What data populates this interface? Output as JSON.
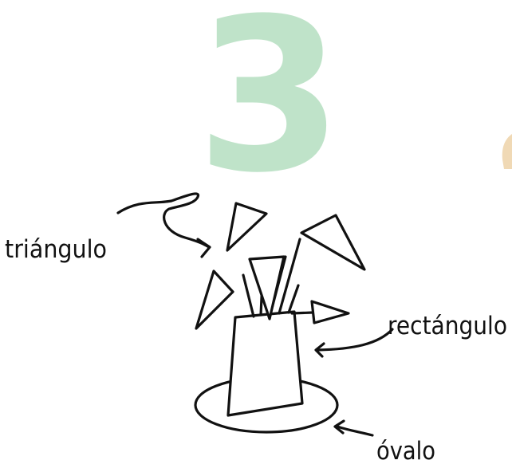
{
  "step_number": "3",
  "colors": {
    "number": "#bfe3c9",
    "partial_shape": "#f0d9b5",
    "ink": "#111111"
  },
  "labels": {
    "triangle": "triángulo",
    "rectangle": "rectángulo",
    "oval": "óvalo"
  }
}
